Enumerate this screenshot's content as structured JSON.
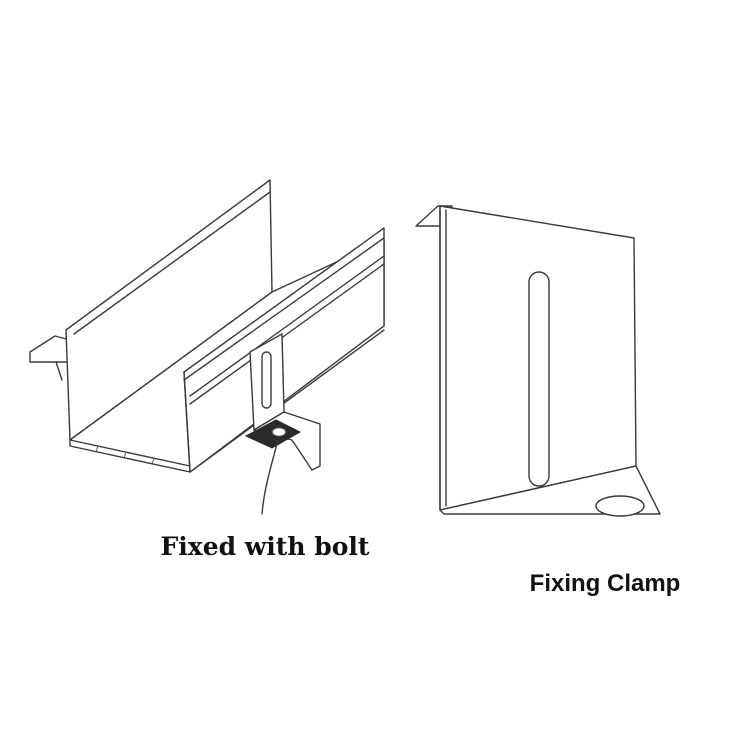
{
  "captions": {
    "left": "Fixed with bolt",
    "right": "Fixing Clamp"
  },
  "colors": {
    "line": "#3a3a3a",
    "background": "#ffffff",
    "text": "#111111"
  },
  "icons": {
    "left_figure": "channel-with-bolted-clamp-drawing",
    "right_figure": "fixing-clamp-closeup-drawing"
  }
}
